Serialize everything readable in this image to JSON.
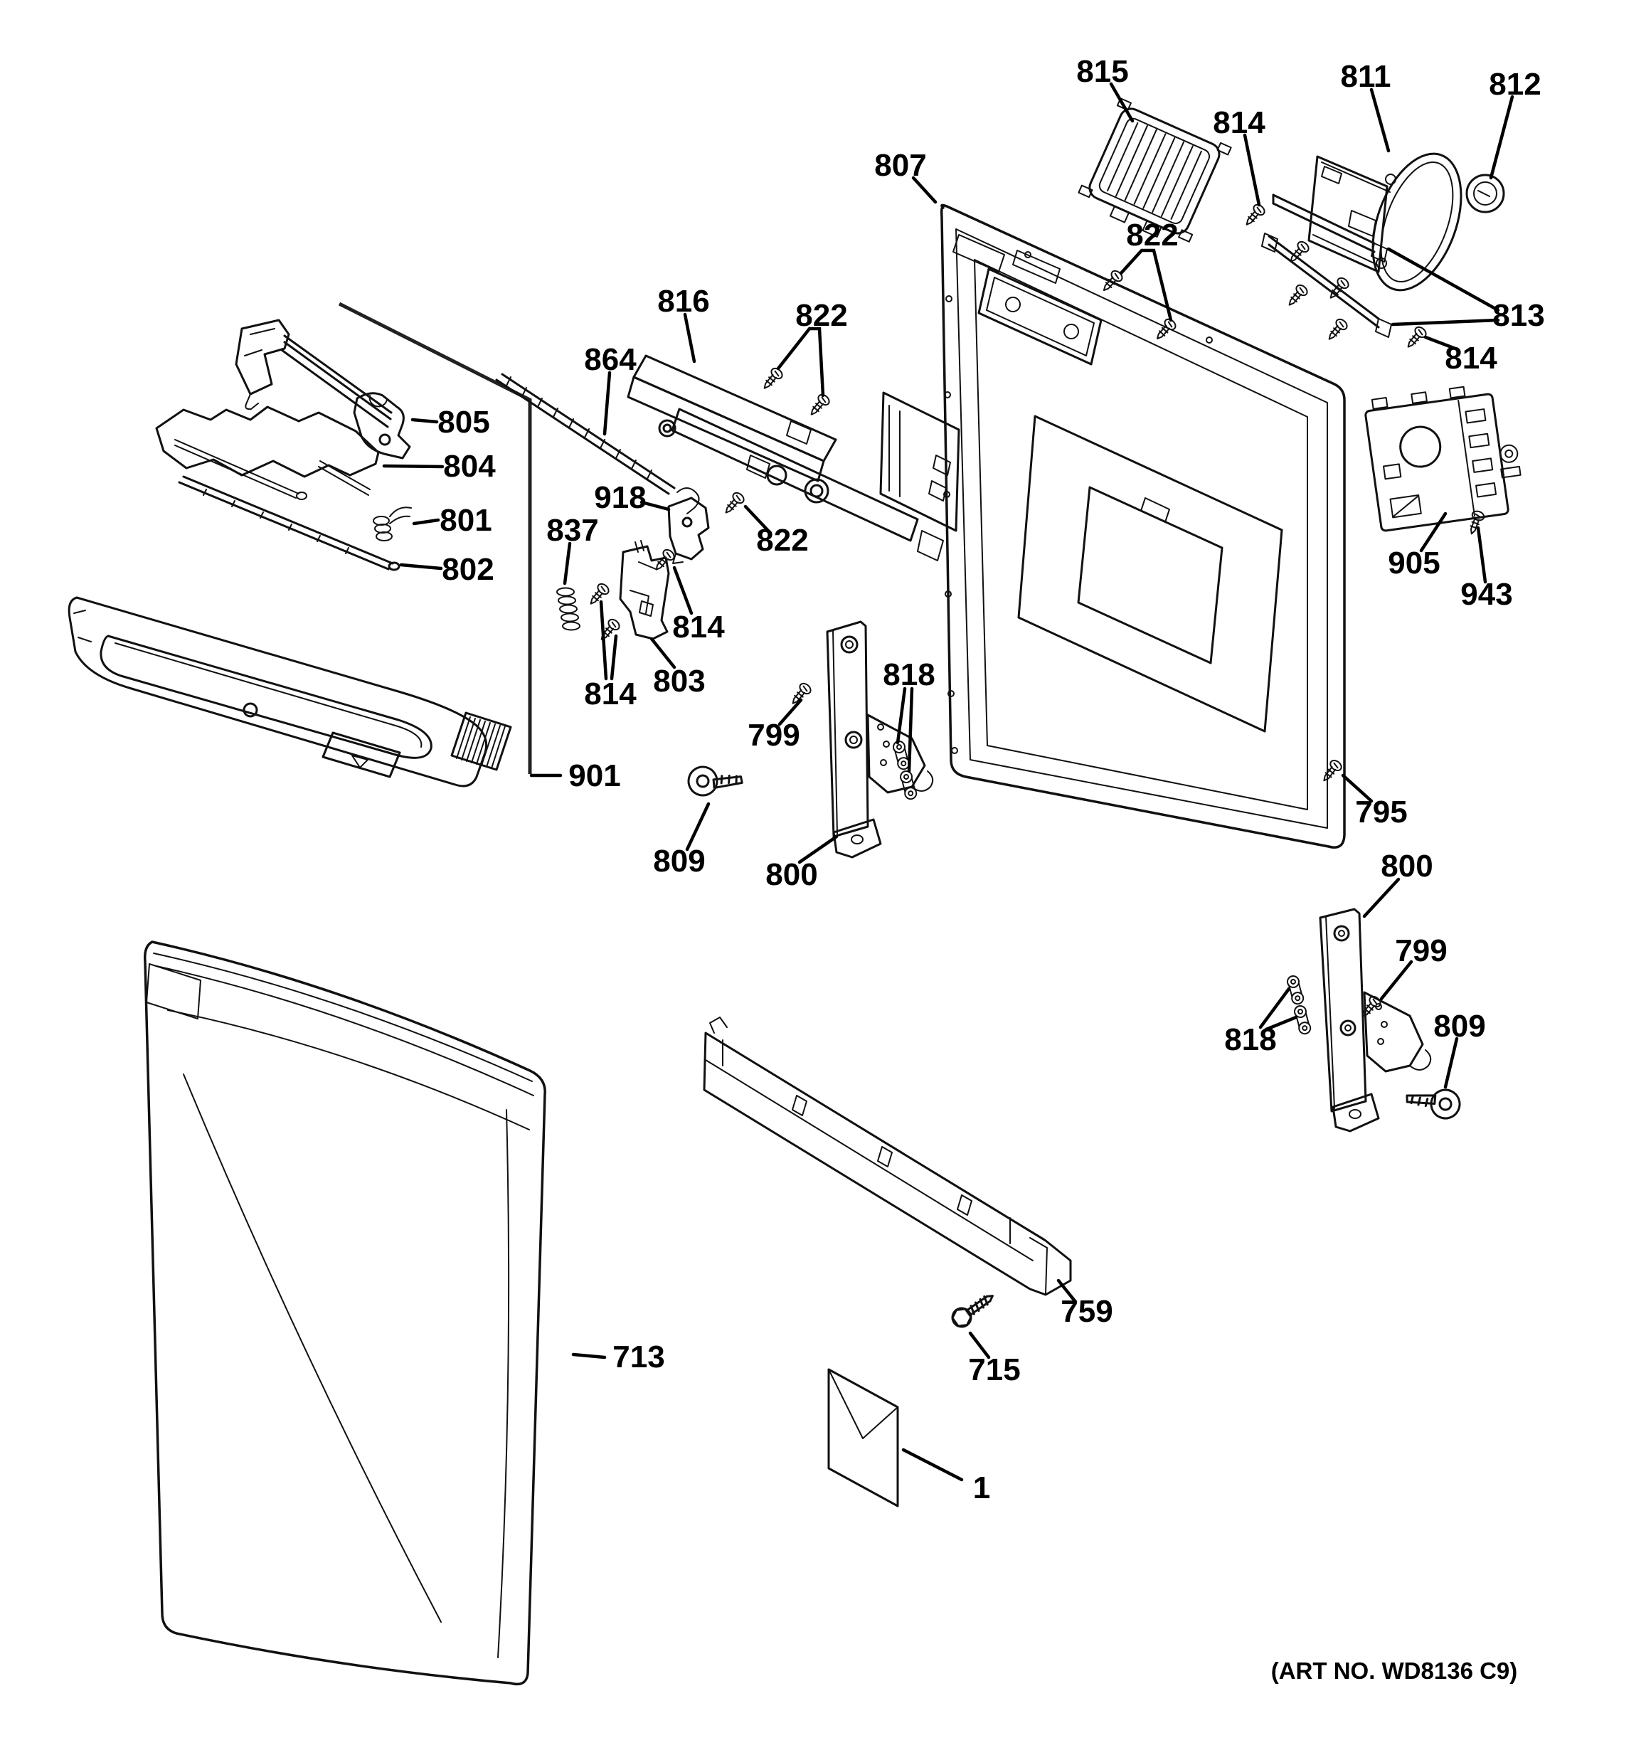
{
  "diagram": {
    "title": "Dishwasher door exploded parts diagram",
    "art_no": "(ART NO. WD8136 C9)",
    "callouts": [
      {
        "part": "vent-grille",
        "text": "815"
      },
      {
        "part": "latch-housing",
        "text": "811"
      },
      {
        "part": "round-cap",
        "text": "812"
      },
      {
        "part": "screw-top-right-upper",
        "text": "814"
      },
      {
        "part": "inner-door-panel",
        "text": "807"
      },
      {
        "part": "screws-top-right",
        "text": "822"
      },
      {
        "part": "brackets",
        "text": "813"
      },
      {
        "part": "screw-top-right-lower",
        "text": "814"
      },
      {
        "part": "latch-rail-assembly",
        "text": "816"
      },
      {
        "part": "screws-center-upper",
        "text": "822"
      },
      {
        "part": "slide-strip",
        "text": "864"
      },
      {
        "part": "wire-bracket",
        "text": "805"
      },
      {
        "part": "baffle-plate",
        "text": "804"
      },
      {
        "part": "spring-clip",
        "text": "801"
      },
      {
        "part": "trim-rod",
        "text": "802"
      },
      {
        "part": "door-latch",
        "text": "918"
      },
      {
        "part": "spring",
        "text": "837"
      },
      {
        "part": "screw-center-lower",
        "text": "822"
      },
      {
        "part": "screw-latch",
        "text": "814"
      },
      {
        "part": "switch-bracket",
        "text": "803"
      },
      {
        "part": "screws-bracket",
        "text": "814"
      },
      {
        "part": "escutcheon-assembly",
        "text": "901"
      },
      {
        "part": "hinge-screw-left",
        "text": "799"
      },
      {
        "part": "hinge-links-left",
        "text": "818"
      },
      {
        "part": "push-fastener-left",
        "text": "809"
      },
      {
        "part": "door-hinge-left",
        "text": "800"
      },
      {
        "part": "control-module",
        "text": "905"
      },
      {
        "part": "module-screw",
        "text": "943"
      },
      {
        "part": "door-edge-screw",
        "text": "795"
      },
      {
        "part": "door-hinge-right",
        "text": "800"
      },
      {
        "part": "hinge-screw-right",
        "text": "799"
      },
      {
        "part": "hinge-links-right",
        "text": "818"
      },
      {
        "part": "push-fastener-right",
        "text": "809"
      },
      {
        "part": "outer-door-panel",
        "text": "713"
      },
      {
        "part": "access-panel",
        "text": "759"
      },
      {
        "part": "panel-screw",
        "text": "715"
      },
      {
        "part": "literature-envelope",
        "text": "1"
      }
    ]
  }
}
